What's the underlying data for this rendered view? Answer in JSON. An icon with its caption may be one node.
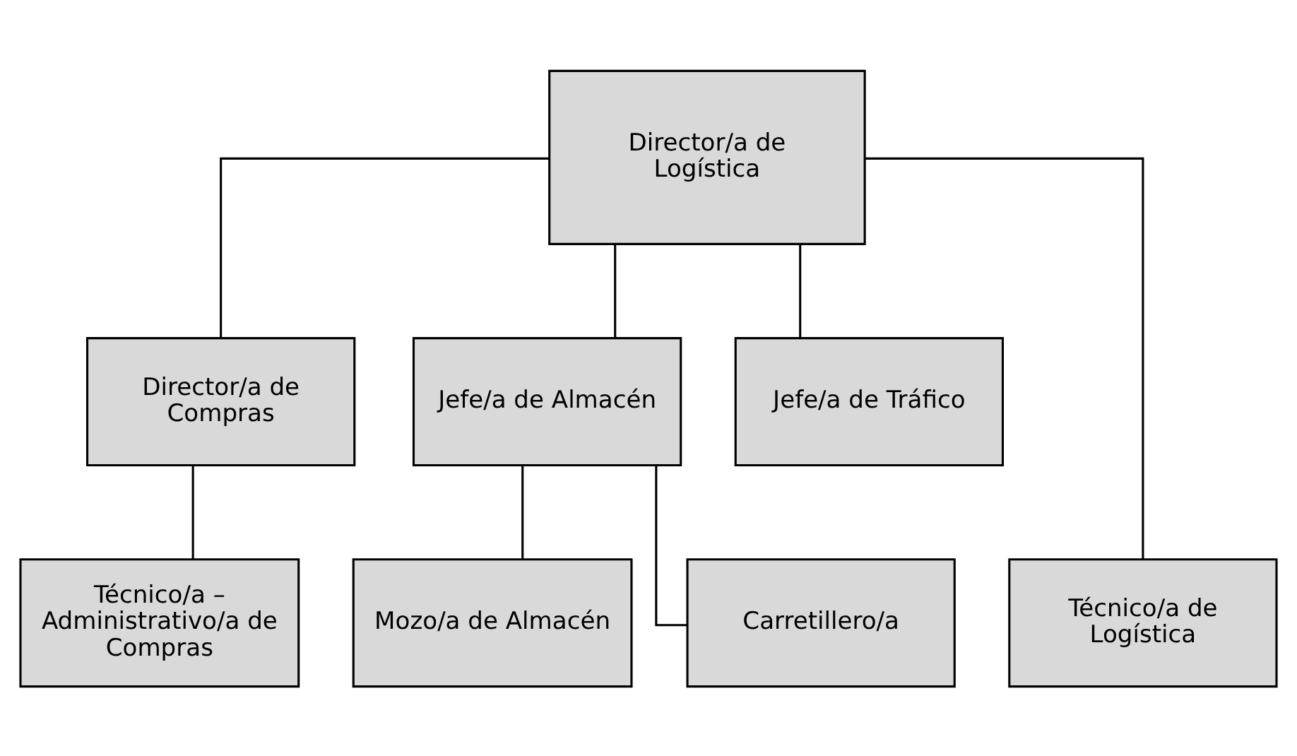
{
  "diagram": {
    "nodes": [
      {
        "text": [
          "Director/a de Logística"
        ]
      },
      {
        "text": [
          "Director/a de Compras"
        ]
      },
      {
        "text": [
          "Jefe/a de Almacén"
        ]
      },
      {
        "text": [
          "Jefe/a de Tráfico"
        ]
      },
      {
        "text": [
          "Técnico/a – Administrativo/a de Compras"
        ]
      },
      {
        "text": [
          "Técnico/a de Logística"
        ]
      },
      {
        "text": [
          "Mozo/a de Almacén"
        ]
      },
      {
        "text": [
          "Carretillero/a"
        ]
      }
    ],
    "edges": [
      {
        "from": 0,
        "to": 1,
        "arrow": "none"
      },
      {
        "from": 0,
        "to": 2,
        "arrow": "none"
      },
      {
        "from": 0,
        "to": 3,
        "arrow": "none"
      },
      {
        "from": 0,
        "to": 5,
        "arrow": "none"
      },
      {
        "from": 1,
        "to": 4,
        "arrow": "none"
      },
      {
        "from": 2,
        "to": 6,
        "arrow": "none"
      },
      {
        "from": 2,
        "to": 7,
        "arrow": "none"
      }
    ]
  }
}
